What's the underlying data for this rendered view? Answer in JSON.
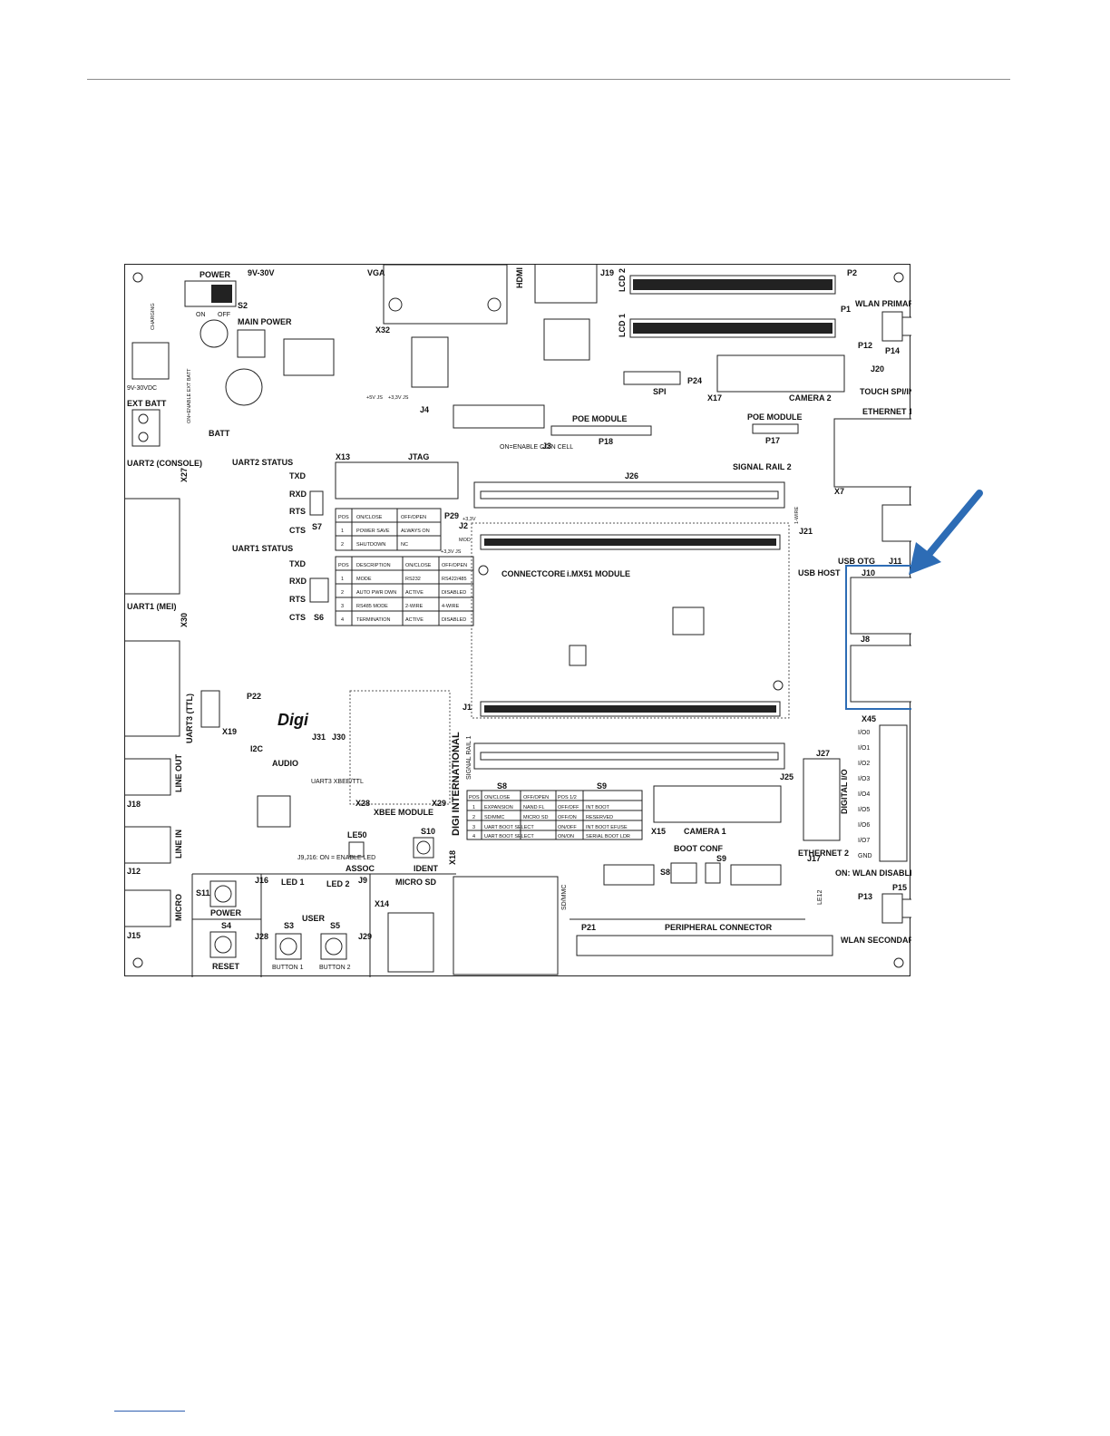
{
  "board": {
    "power": {
      "title": "POWER",
      "voltage": "9V-30V",
      "on": "ON",
      "off": "OFF",
      "main_power": "MAIN POWER",
      "switch": "S2",
      "charging": "CHARGING",
      "dc_in": "9V-30VDC",
      "ext_batt": "EXT BATT",
      "enable_ext_batt": "ON=ENABLE EXT BATT",
      "batt": "BATT"
    },
    "connectors": {
      "vga": "VGA",
      "x32": "X32",
      "hdmi": "HDMI",
      "j19": "J19",
      "lcd2": "LCD 2",
      "lcd1": "LCD 1",
      "p2": "P2",
      "p1": "P1",
      "wlan_primary": "WLAN PRIMARY",
      "p12": "P12",
      "p14": "P14",
      "j20": "J20",
      "touch": "TOUCH SPI/INT",
      "camera2": "CAMERA 2",
      "x17": "X17",
      "spi": "SPI",
      "p24": "P24",
      "ethernet1": "ETHERNET 1",
      "x7": "X7",
      "poe_module_a": "POE MODULE",
      "poe_module_b": "POE MODULE",
      "p18": "P18",
      "p17": "P17",
      "jtag": "JTAG",
      "x13": "X13",
      "j4": "J4",
      "coin_cell": "ON=ENABLE COIN CELL",
      "j3": "J3",
      "j26": "J26",
      "signal_rail2": "SIGNAL RAIL 2",
      "one_wire": "1-WIRE",
      "j21": "J21",
      "usb_otg": "USB OTG",
      "j11": "J11",
      "usb_host": "USB HOST",
      "j10": "J10",
      "j8": "J8",
      "x45": "X45",
      "digital_io": "DIGITAL I/O",
      "io": [
        "I/O0",
        "I/O1",
        "I/O2",
        "I/O3",
        "I/O4",
        "I/O5",
        "I/O6",
        "I/O7",
        "GND"
      ],
      "uart2": "UART2 (CONSOLE)",
      "x27": "X27",
      "uart2_status": "UART2 STATUS",
      "uart1": "UART1 (MEI)",
      "x30": "X30",
      "uart1_status": "UART1 STATUS",
      "txd": "TXD",
      "rxd": "RXD",
      "rts": "RTS",
      "cts": "CTS",
      "s7": "S7",
      "s6": "S6",
      "p29": "P29",
      "j2": "J2",
      "v33": "+3,3V",
      "mod": "MOD",
      "v33js": "+3,3V JS",
      "v5js": "+5V JS",
      "v33js2": "+3,3V JS",
      "connectcore": "CONNECTCORE",
      "lmx51": "i.MX51 MODULE",
      "uart3": "UART3 (TTL)",
      "x19": "X19",
      "p22": "P22",
      "i2c": "I2C",
      "digi_intl": "DIGI INTERNATIONAL",
      "signal_rail1": "SIGNAL RAIL 1",
      "j1": "J1",
      "j25": "J25",
      "j27": "J27",
      "ethernet2": "ETHERNET 2",
      "audio": "AUDIO",
      "line_out": "LINE OUT",
      "line_in": "LINE IN",
      "micro": "MICRO",
      "j18": "J18",
      "j12": "J12",
      "j15": "J15",
      "j31": "J31",
      "j30": "J30",
      "uart3_xbee": "UART3 XBEE/TTL",
      "x28": "X28",
      "x29": "X29",
      "xbee_module": "XBEE MODULE",
      "le50": "LE50",
      "assoc": "ASSOC",
      "s10": "S10",
      "ident": "IDENT",
      "j9j16": "J9,J16: ON = ENABLE LED",
      "s11": "S11",
      "power_btn": "POWER",
      "j16": "J16",
      "led1": "LED 1",
      "led2": "LED 2",
      "j9": "J9",
      "user": "USER",
      "s3": "S3",
      "s5": "S5",
      "s4": "S4",
      "reset": "RESET",
      "button1": "BUTTON 1",
      "button2": "BUTTON 2",
      "j28": "J28",
      "j29": "J29",
      "micro_sd": "MICRO SD",
      "x14": "X14",
      "x18": "X18",
      "sdmmc": "SD/MMC",
      "s8": "S8",
      "s9": "S9",
      "x15": "X15",
      "camera1": "CAMERA 1",
      "boot_conf": "BOOT CONF",
      "p21": "P21",
      "peripheral": "PERIPHERAL CONNECTOR",
      "j17": "J17",
      "wlan_disable": "ON: WLAN DISABLE",
      "p13": "P13",
      "p15": "P15",
      "wlan_secondary": "WLAN SECONDARY",
      "le12": "LE12",
      "digi_logo": "Digi"
    },
    "table_s7": {
      "headers": [
        "POS",
        "ON/CLOSE",
        "OFF/OPEN"
      ],
      "rows": [
        [
          "1",
          "POWER SAVE",
          "ALWAYS ON"
        ],
        [
          "2",
          "SHUTDOWN",
          "NC"
        ]
      ]
    },
    "table_s6": {
      "headers": [
        "POS",
        "DESCRIPTION",
        "ON/CLOSE",
        "OFF/OPEN"
      ],
      "rows": [
        [
          "1",
          "MODE",
          "RS232",
          "RS422/485"
        ],
        [
          "2",
          "AUTO PWR DWN",
          "ACTIVE",
          "DISABLED"
        ],
        [
          "3",
          "RS485 MODE",
          "2-WIRE",
          "4-WIRE"
        ],
        [
          "4",
          "TERMINATION",
          "ACTIVE",
          "DISABLED"
        ]
      ]
    },
    "table_s8": {
      "headers": [
        "POS",
        "ON/CLOSE",
        "OFF/OPEN"
      ],
      "rows": [
        [
          "1",
          "EXPANSION",
          "NAND FL"
        ],
        [
          "2",
          "SD/MMC",
          "MICRO SD"
        ],
        [
          "3",
          "UART BOOT SELECT",
          ""
        ],
        [
          "4",
          "UART BOOT SELECT",
          ""
        ]
      ]
    },
    "table_s9": {
      "headers": [
        "POS 1/2",
        ""
      ],
      "rows": [
        [
          "OFF/OFF",
          "INT BOOT"
        ],
        [
          "OFF/ON",
          "RESERVED"
        ],
        [
          "ON/OFF",
          "INT BOOT EFUSE"
        ],
        [
          "ON/ON",
          "SERIAL BOOT LDR"
        ]
      ]
    },
    "highlight_color": "#2d6cb5"
  }
}
